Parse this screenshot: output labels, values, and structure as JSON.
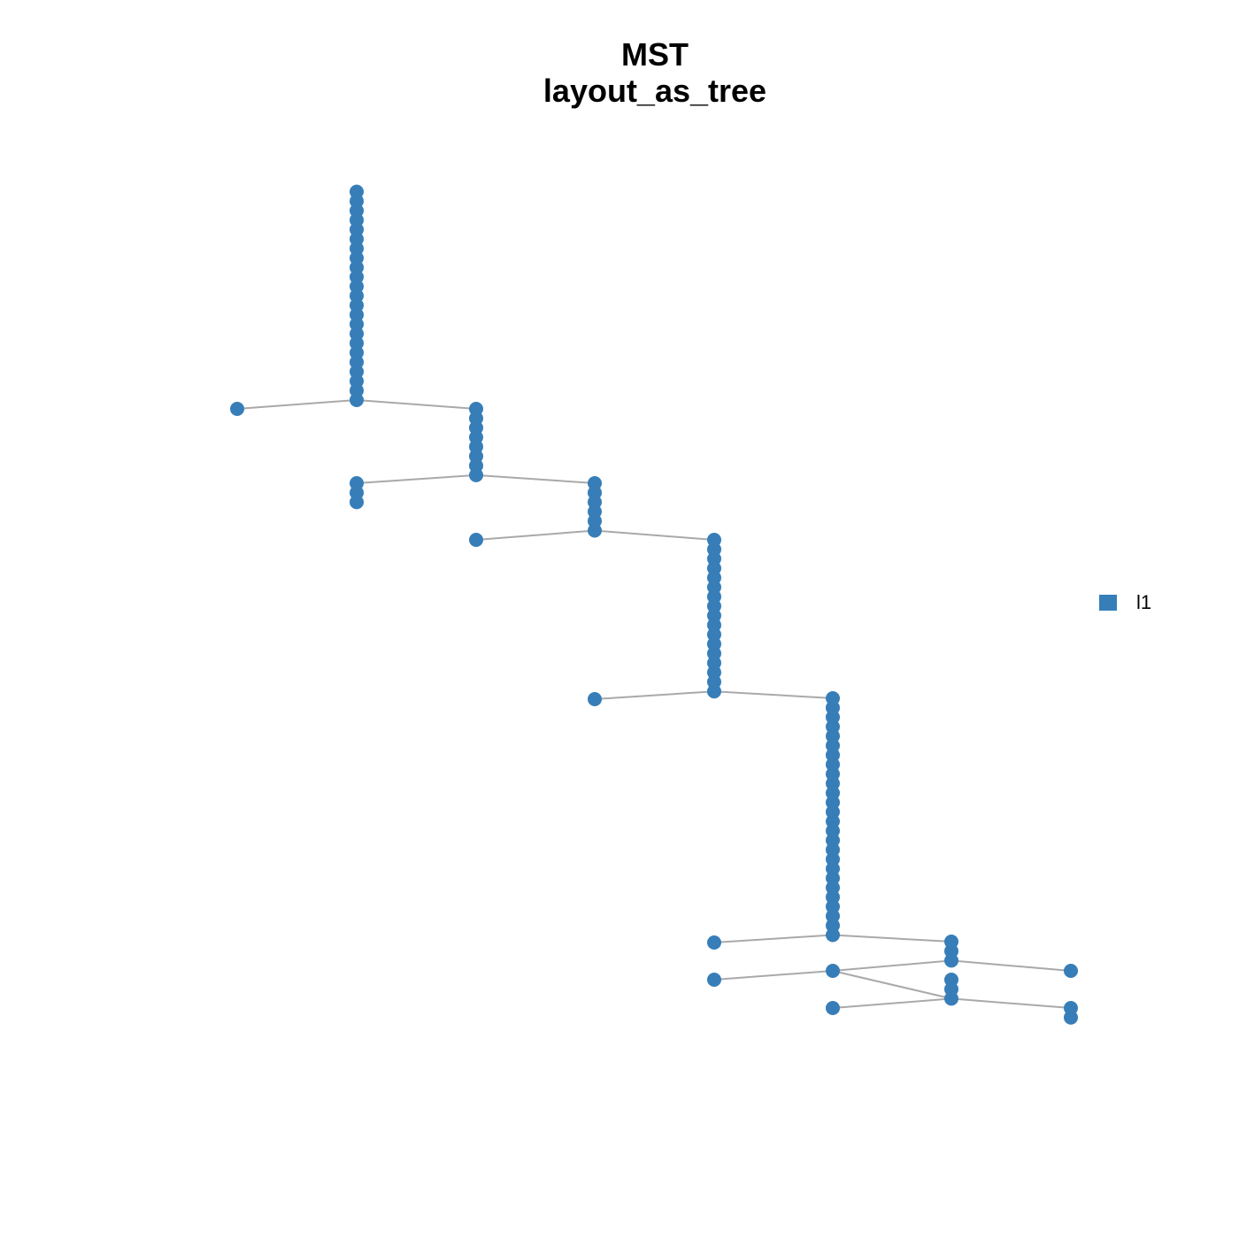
{
  "title": "MST",
  "subtitle": "layout_as_tree",
  "colors": {
    "node": "#377eb8",
    "edge": "#a9a9a9"
  },
  "legend": [
    {
      "label": "l1",
      "color": "#377eb8"
    }
  ],
  "tree": {
    "chains": [
      {
        "id": "c1",
        "nodes": 23
      },
      {
        "id": "c2",
        "nodes": 8
      },
      {
        "id": "c3",
        "nodes": 6
      },
      {
        "id": "c4",
        "nodes": 17
      },
      {
        "id": "c5",
        "nodes": 26
      },
      {
        "id": "c6",
        "nodes": 3
      },
      {
        "id": "c7",
        "nodes": 3
      },
      {
        "id": "c8",
        "nodes": 3
      },
      {
        "id": "c9",
        "nodes": 2
      }
    ],
    "leaves": [
      "l1",
      "l2",
      "l3",
      "l4",
      "l5",
      "l6",
      "l7",
      "l8"
    ],
    "edges": [
      [
        "l1",
        "c1"
      ],
      [
        "c1",
        "c2"
      ],
      [
        "c2",
        "c6"
      ],
      [
        "c2",
        "c3"
      ],
      [
        "c3",
        "l2"
      ],
      [
        "c3",
        "c4"
      ],
      [
        "c4",
        "l3"
      ],
      [
        "c4",
        "c5"
      ],
      [
        "c5",
        "l4"
      ],
      [
        "c5",
        "c7"
      ],
      [
        "c7",
        "l5"
      ],
      [
        "c7",
        "l6"
      ],
      [
        "l7",
        "l5"
      ],
      [
        "l5",
        "c8"
      ],
      [
        "l8",
        "c8"
      ],
      [
        "c8",
        "c9"
      ]
    ]
  }
}
